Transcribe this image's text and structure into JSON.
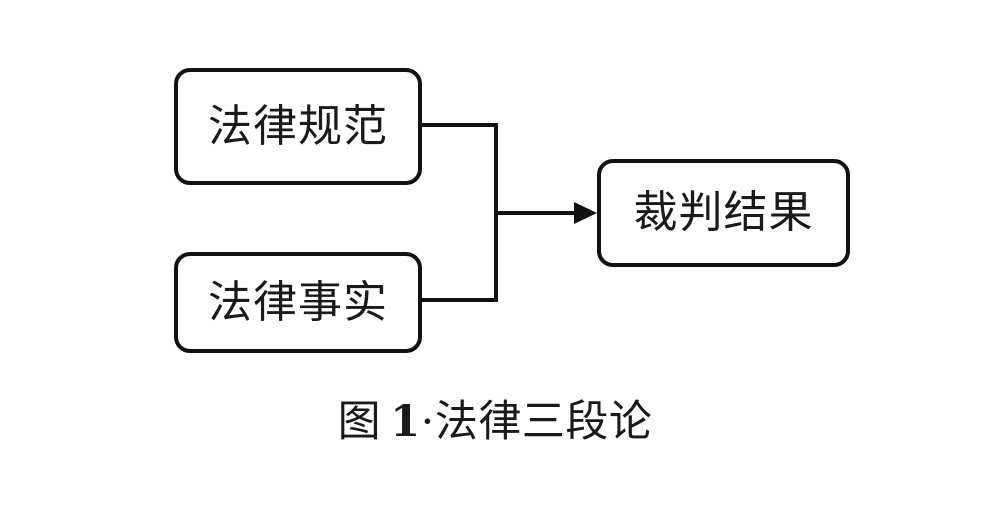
{
  "figure": {
    "background_color": "#ffffff",
    "stroke_color": "#111111",
    "text_color": "#1a1a1a",
    "caption_prefix": "图",
    "caption_index": "1",
    "caption_separator": "·",
    "caption_title": "法律三段论",
    "caption_full": "图 1· 法律三段论"
  },
  "nodes": [
    {
      "id": "legal-norm",
      "label": "法律规范",
      "role": "major-premise"
    },
    {
      "id": "legal-fact",
      "label": "法律事实",
      "role": "minor-premise"
    },
    {
      "id": "judgment-result",
      "label": "裁判结果",
      "role": "conclusion"
    }
  ],
  "edges": [
    {
      "id": "norm-to-junction",
      "from": "legal-norm",
      "to": "junction",
      "arrow": false
    },
    {
      "id": "fact-to-junction",
      "from": "legal-fact",
      "to": "junction",
      "arrow": false
    },
    {
      "id": "junction-to-judgment",
      "from": "junction",
      "to": "judgment-result",
      "arrow": true
    }
  ]
}
